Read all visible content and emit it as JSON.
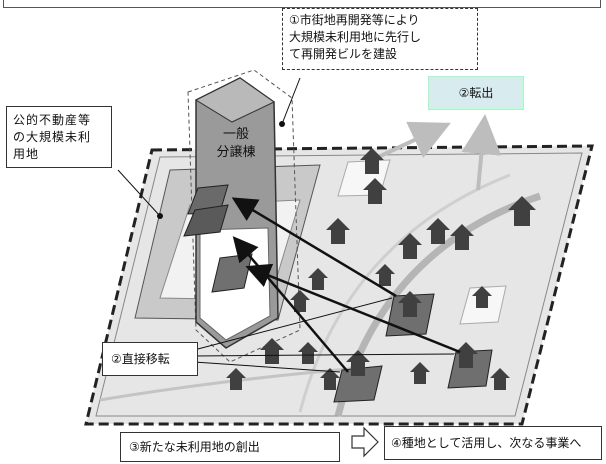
{
  "callouts": {
    "top": "①市街地再開発等により\n大規模未利用地に先行し\nて再開発ビルを建設",
    "public_land": "公的不動産等\nの大規模未利\n用地",
    "move_out": "②転出",
    "direct_move": "②直接移転",
    "new_land": "③新たな未利用地の創出",
    "reuse": "④種地として活用し、次なる事業へ"
  },
  "building_label": "一般\n分譲棟",
  "colors": {
    "ground": "#e6e6e6",
    "plot": "#c9c9c9",
    "house": "#404040",
    "tile": "#707070",
    "road": "#b5b5b5",
    "move_out_box": "#d8ecf0",
    "arrow": "#111111"
  },
  "icons": [
    "house-icon",
    "right-arrow-icon"
  ]
}
